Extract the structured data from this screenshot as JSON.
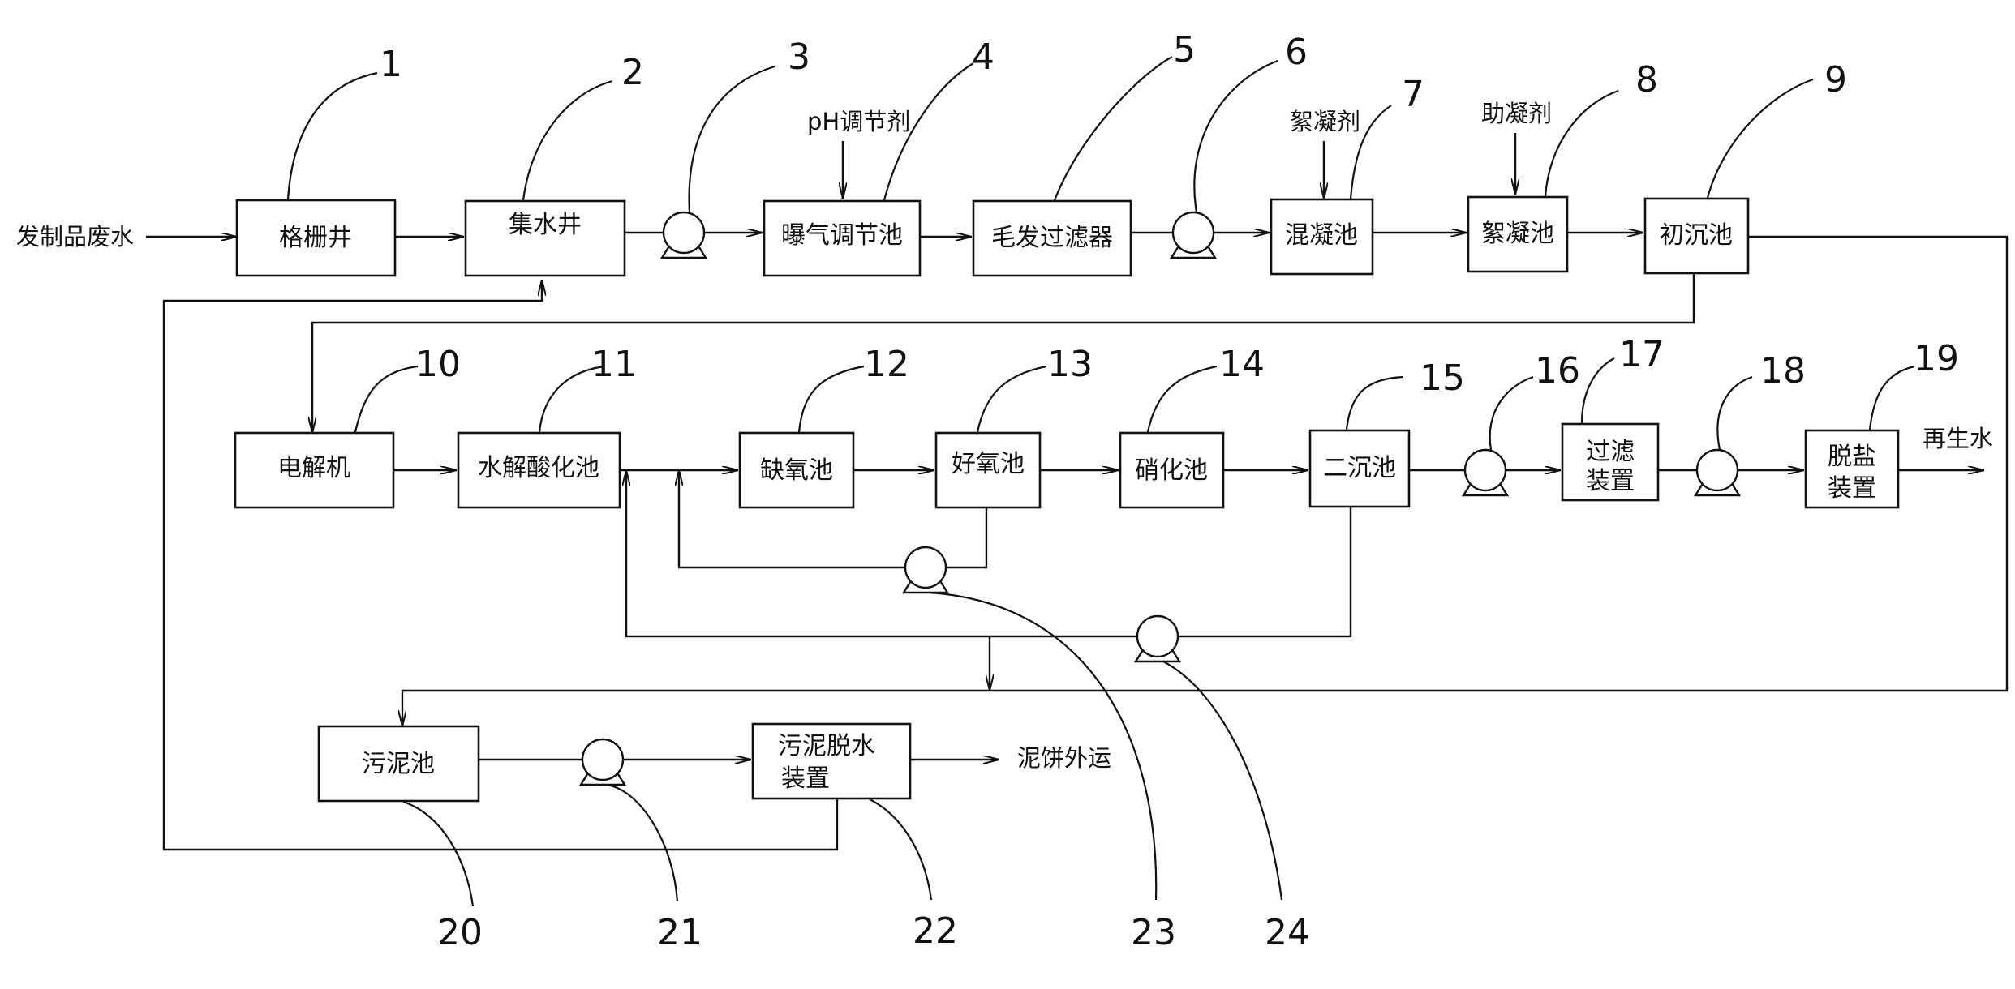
{
  "equipment": {
    "b1": "格栅井",
    "b2": "集水井",
    "b4": "曝气调节池",
    "b5": "毛发过滤器",
    "b7": "混凝池",
    "b8": "絮凝池",
    "b9": "初沉池",
    "b10": "电解机",
    "b11": "水解酸化池",
    "b12": "缺氧池",
    "b13": "好氧池",
    "b14": "硝化池",
    "b15": "二沉池",
    "b17_line1": "过滤",
    "b17_line2": "装置",
    "b19_line1": "脱盐",
    "b19_line2": "装置",
    "b20": "污泥池",
    "b22_line1": "污泥脱水",
    "b22_line2": "装置"
  },
  "streams": {
    "inlet": "发制品废水",
    "ph_agent": "pH调节剂",
    "coagulant": "絮凝剂",
    "coagulant_aid": "助凝剂",
    "recycled_water": "再生水",
    "sludge_cake": "泥饼外运"
  },
  "ref_numbers": [
    "1",
    "2",
    "3",
    "4",
    "5",
    "6",
    "7",
    "8",
    "9",
    "10",
    "11",
    "12",
    "13",
    "14",
    "15",
    "16",
    "17",
    "18",
    "19",
    "20",
    "21",
    "22",
    "23",
    "24"
  ]
}
